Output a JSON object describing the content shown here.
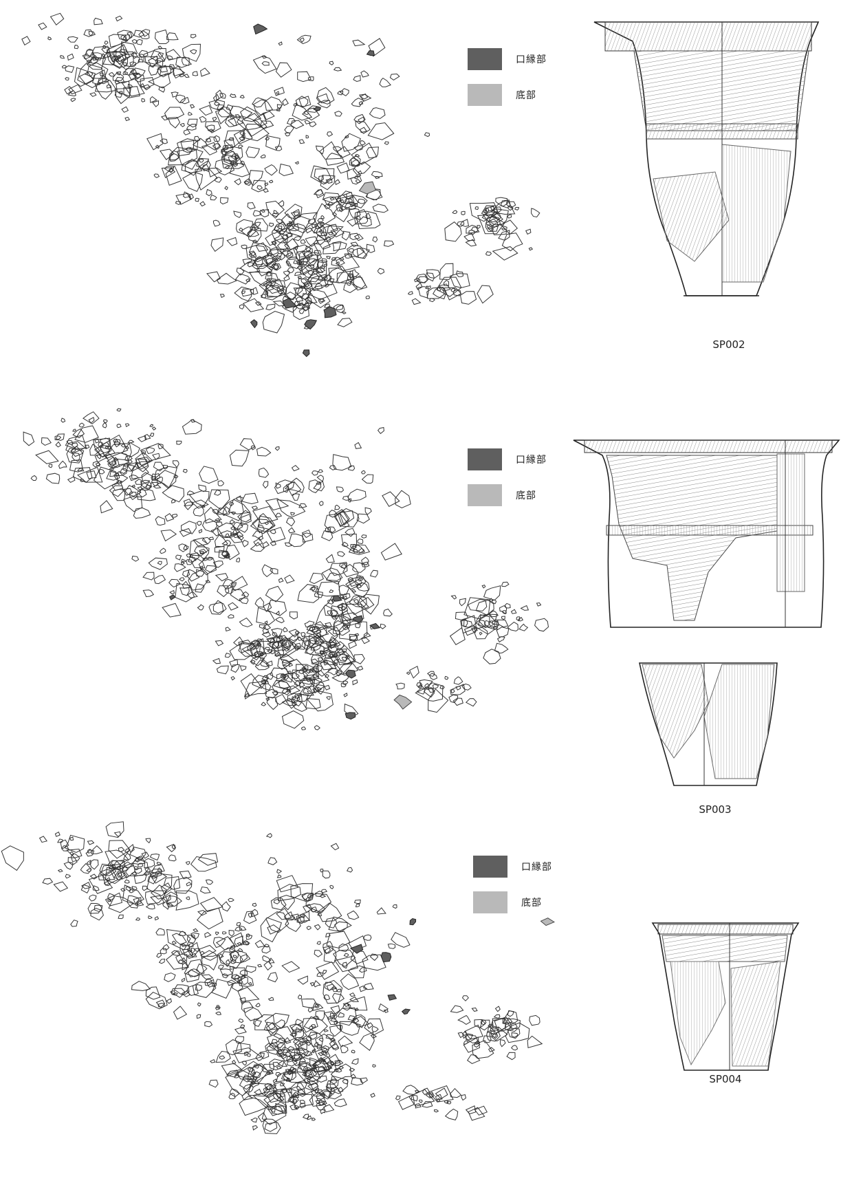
{
  "legend": {
    "rim_label": "口縁部",
    "base_label": "底部",
    "rim_color": "#5f5f5f",
    "base_color": "#b9b9b9"
  },
  "panels": [
    {
      "id": "SP002",
      "caption": "SP002"
    },
    {
      "id": "SP003",
      "caption": "SP003"
    },
    {
      "id": "SP004",
      "caption": "SP004"
    }
  ]
}
